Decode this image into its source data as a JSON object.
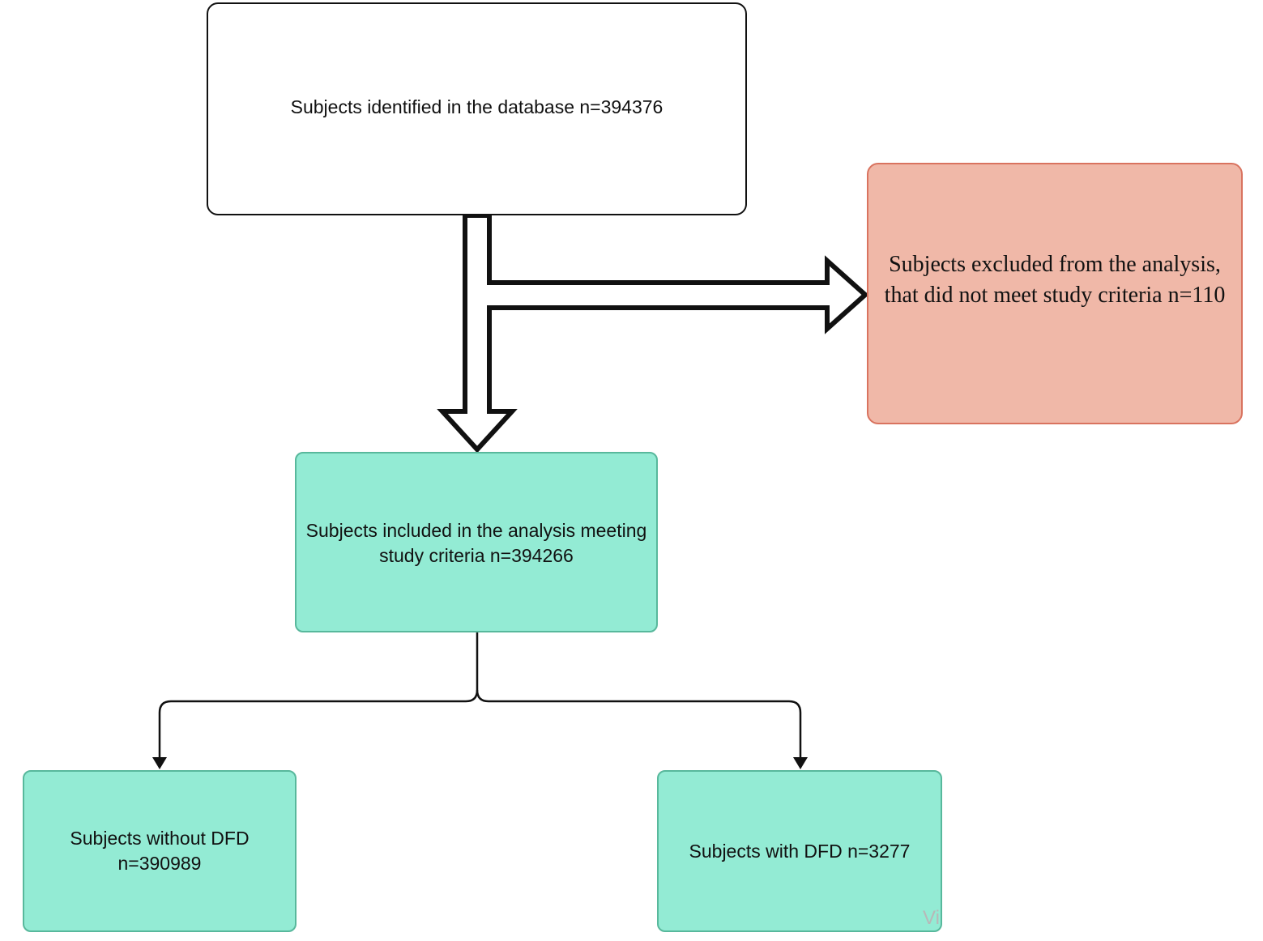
{
  "flowchart": {
    "identified": {
      "label": "Subjects identified in the database  n=394376"
    },
    "excluded": {
      "label": "Subjects excluded from the analysis, that did not meet study criteria n=110"
    },
    "included": {
      "label": "Subjects included in the analysis meeting\nstudy criteria n=394266"
    },
    "without_dfd": {
      "label": "Subjects without  DFD\nn=390989"
    },
    "with_dfd": {
      "label": "Subjects with DFD n=3277"
    },
    "watermark": {
      "text": "Vi"
    }
  },
  "colors": {
    "white_box_fill": "#ffffff",
    "white_box_border": "#111111",
    "excluded_fill": "#f0b8a8",
    "excluded_border": "#d9735f",
    "teal_fill": "#93ebd4",
    "teal_border": "#58b89c",
    "arrow_stroke": "#111111"
  }
}
